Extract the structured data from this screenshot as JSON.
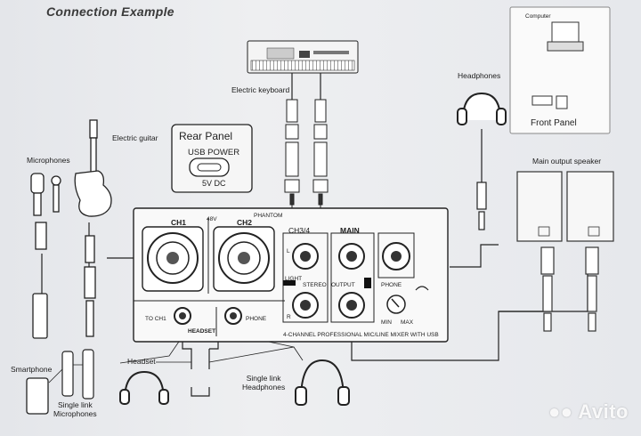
{
  "diagram": {
    "title": "Connection Example",
    "labels": {
      "electric_keyboard": "Electric keyboard",
      "headphones_top": "Headphones",
      "computer": "Computer",
      "front_panel": "Front Panel",
      "rear_panel": "Rear Panel",
      "usb_power": "USB POWER",
      "five_v_dc": "5V DC",
      "microphones": "Microphones",
      "electric_guitar": "Electric guitar",
      "main_output_speaker": "Main output speaker",
      "smartphone": "Smartphone",
      "single_link_microphones": "Single link\nMicrophones",
      "headset": "Headset",
      "single_link_headphones": "Single link\nHeadphones"
    },
    "mixer": {
      "ch1": "CH1",
      "ch2": "CH2",
      "v48": "48V",
      "phantom": "PHANTOM",
      "ch34": "CH3/4",
      "main": "MAIN",
      "light": "LIGHT",
      "stereo": "STEREO",
      "output": "OUTPUT",
      "phone": "PHONE",
      "to_ch1": "TO CH1",
      "phone_jack": "PHONE",
      "headset_label": "HEADSET",
      "min": "MIN",
      "max": "MAX",
      "l": "L",
      "r": "R",
      "footer": "4-CHANNEL PROFESSIONAL MIC/LINE MIXER WITH USB"
    },
    "watermark": "Avito"
  }
}
